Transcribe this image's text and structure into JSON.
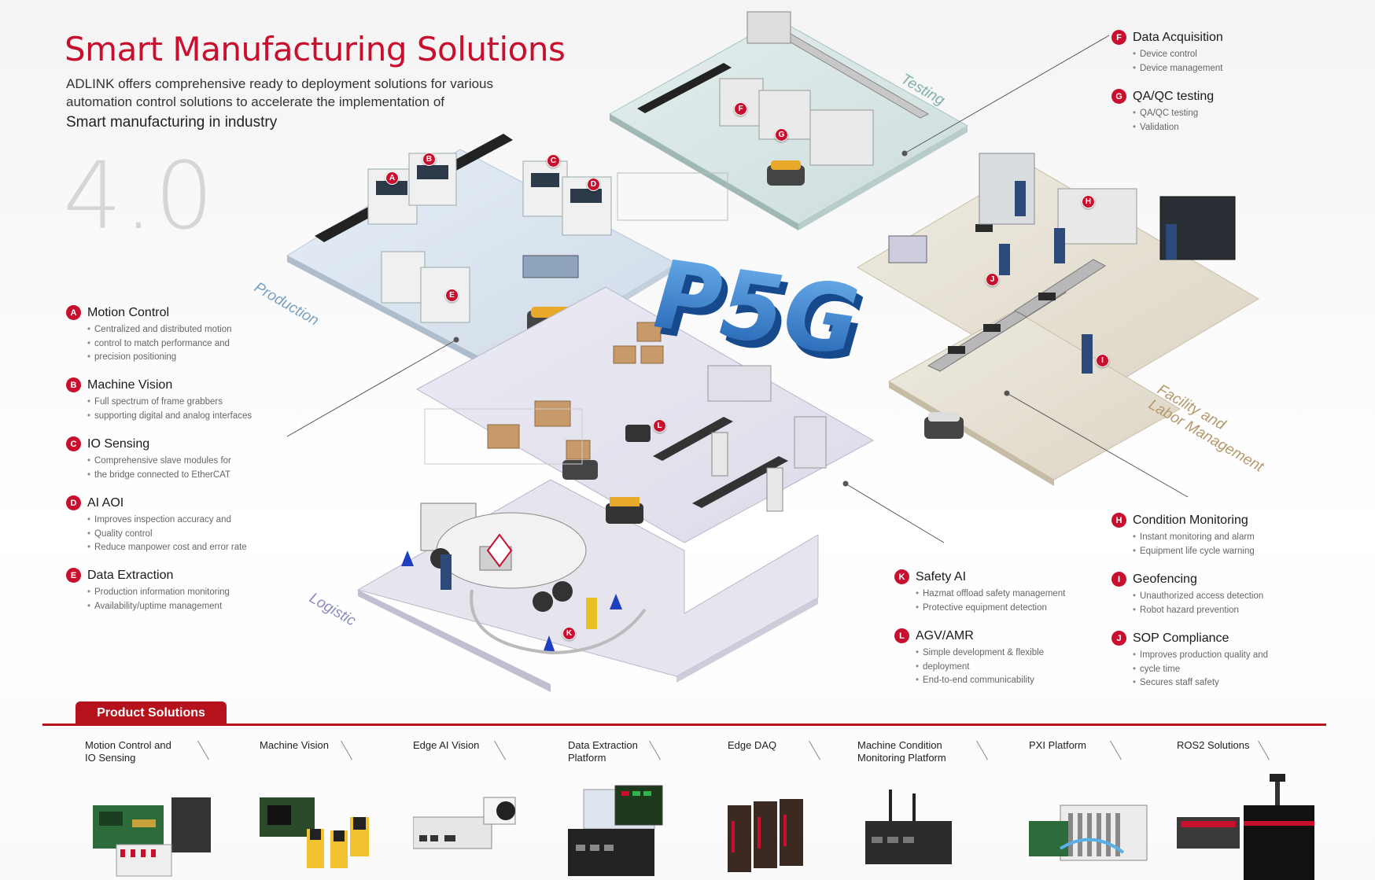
{
  "header": {
    "title": "Smart Manufacturing Solutions",
    "intro_line1": "ADLINK offers comprehensive ready to deployment solutions for various",
    "intro_line2": "automation control solutions to accelerate the implementation of",
    "intro_line3": "Smart manufacturing in industry",
    "industry": "4.0"
  },
  "center_label": "P5G",
  "zones": {
    "production": "Production",
    "testing": "Testing",
    "logistic": "Logistic",
    "facility_line1": "Facility and",
    "facility_line2": "Labor Management"
  },
  "legend_left": [
    {
      "letter": "A",
      "name": "Motion Control",
      "items": [
        "Centralized and distributed motion",
        "control to match performance and",
        "precision positioning"
      ]
    },
    {
      "letter": "B",
      "name": "Machine Vision",
      "items": [
        "Full spectrum of frame grabbers",
        "supporting digital and analog interfaces"
      ]
    },
    {
      "letter": "C",
      "name": "IO Sensing",
      "items": [
        "Comprehensive slave modules for",
        "the bridge connected to EtherCAT"
      ]
    },
    {
      "letter": "D",
      "name": "AI AOI",
      "items": [
        "Improves inspection accuracy and",
        "Quality control",
        "Reduce manpower cost and error rate"
      ]
    },
    {
      "letter": "E",
      "name": "Data Extraction",
      "items": [
        "Production information monitoring",
        "Availability/uptime management"
      ]
    }
  ],
  "legend_right_top": [
    {
      "letter": "F",
      "name": "Data Acquisition",
      "items": [
        "Device control",
        "Device management"
      ]
    },
    {
      "letter": "G",
      "name": "QA/QC testing",
      "items": [
        "QA/QC testing",
        "Validation"
      ]
    }
  ],
  "legend_right_bottom": [
    {
      "letter": "H",
      "name": "Condition Monitoring",
      "items": [
        "Instant monitoring and alarm",
        "Equipment life cycle warning"
      ]
    },
    {
      "letter": "I",
      "name": "Geofencing",
      "items": [
        "Unauthorized access detection",
        "Robot hazard prevention"
      ]
    },
    {
      "letter": "J",
      "name": "SOP Compliance",
      "items": [
        "Improves production quality and",
        "cycle time",
        "Secures staff safety"
      ]
    }
  ],
  "legend_middle": [
    {
      "letter": "K",
      "name": "Safety AI",
      "items": [
        "Hazmat offload safety management",
        "Protective equipment detection"
      ]
    },
    {
      "letter": "L",
      "name": "AGV/AMR",
      "items": [
        "Simple development & flexible",
        "deployment",
        "End-to-end communicability"
      ]
    }
  ],
  "product_solutions": {
    "tab_label": "Product Solutions",
    "items": [
      {
        "label": "Motion Control and\nIO Sensing"
      },
      {
        "label": "Machine Vision"
      },
      {
        "label": "Edge AI Vision"
      },
      {
        "label": "Data Extraction\nPlatform"
      },
      {
        "label": "Edge DAQ"
      },
      {
        "label": "Machine Condition\nMonitoring Platform"
      },
      {
        "label": "PXI Platform"
      },
      {
        "label": "ROS2 Solutions"
      }
    ]
  },
  "colors": {
    "accent": "#c8102e",
    "tab": "#b5121b",
    "p5g": "#2f7fd0"
  },
  "scene_badges": [
    "A",
    "B",
    "C",
    "D",
    "E",
    "F",
    "G",
    "H",
    "I",
    "J",
    "K",
    "L"
  ]
}
